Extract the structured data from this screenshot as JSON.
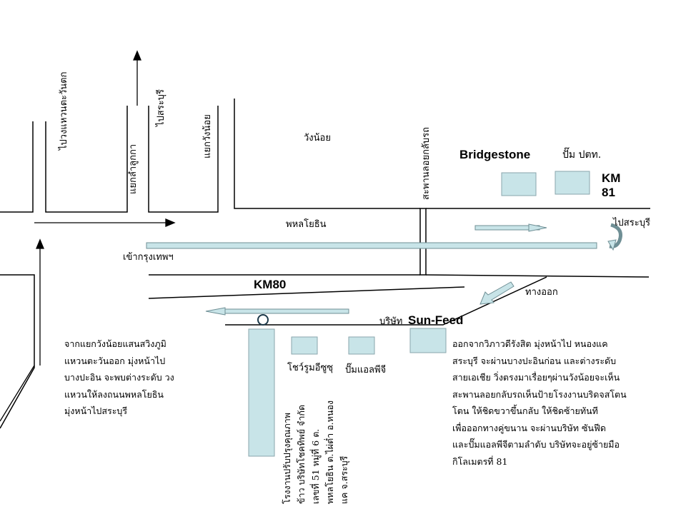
{
  "labels": {
    "to_rangsit_east": "ไปวงแหวนตะวันตก",
    "lam_lukka_junction": "แยกลำลูกกา",
    "to_saraburi_north": "ไปสระบุรี",
    "wang_noi_junction": "แยกวังน้อย",
    "wang_noi": "วังน้อย",
    "overpass": "สะพานลอยกลับรถ",
    "bridgestone": "Bridgestone",
    "ptt_station": "ปั๊ม ปตท.",
    "km81": "KM\n81",
    "phahonyothin": "พหลโยธิน",
    "to_saraburi_right": "ไปสระบุรี",
    "to_bangkok": "เข้ากรุงเทพฯ",
    "km80": "KM80",
    "exit": "ทางออก",
    "sun_feed_prefix": "บริษัท",
    "sun_feed": "Sun-Feed",
    "showroom": "โชว์รูมอีซูซุ",
    "lpg_pump": "ปั๊มแอลพีจี",
    "factory_address": "โรงงานปรับปรุงคุณภาพ\nข้าว บริษัทโชคทิพย์ จำกัด\nเลขที่ 51 หมู่ที่ 6 ต.\nพหลโยธิน ต.ไผ่ต่ำ อ.หนอง\nแค จ.สระบุรี"
  },
  "directions": {
    "left": "จากแยกวังน้อยแสนสวิงภูมิ\nแหวนตะวันออก มุ่งหน้าไป\nบางปะอิน จะพบต่างระดับ วง\nแหวนให้ลงถนนพหลโยธิน\nมุ่งหน้าไปสระบุรี",
    "right": "ออกจากวิภาวดีรังสิต มุ่งหน้าไป หนองแค\nสระบุรี จะผ่านบางปะอินก่อน และต่างระดับ\nสายเอเชีย วิ่งตรงมาเรื่อยๆผ่านวังน้อยจะเห็น\nสะพานลอยกลับรถเห็นป้ายโรงงานบริดจสโตน\nโตน ให้ชิดขวาขึ้นกลับ ให้ชิดซ้ายทันที\nเพื่อออกทางคู่ขนาน จะผ่านบริษัท ซันฟีด\nและปั๊มแอลพีจีตามลำดับ บริษัทจะอยู่ซ้ายมือ\nกิโลเมตรที่ 81"
  },
  "colors": {
    "block_fill": "#c8e4e8",
    "block_stroke": "#8aa6ac",
    "line": "#000000"
  }
}
